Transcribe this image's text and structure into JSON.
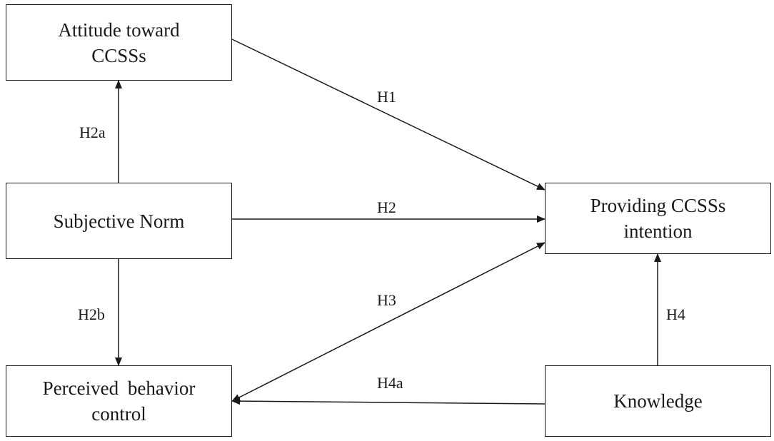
{
  "nodes": {
    "attitude": "Attitude toward\nCCSSs",
    "subjective_norm": "Subjective Norm",
    "perceived_behavior_control": "Perceived behavior\ncontrol",
    "providing_intention": "Providing CCSSs\nintention",
    "knowledge": "Knowledge"
  },
  "hypotheses": {
    "h1": "H1",
    "h2": "H2",
    "h2a": "H2a",
    "h2b": "H2b",
    "h3": "H3",
    "h4": "H4",
    "h4a": "H4a"
  },
  "edges": [
    {
      "label": "H1",
      "from": "Attitude toward CCSSs",
      "to": "Providing CCSSs intention"
    },
    {
      "label": "H2",
      "from": "Subjective Norm",
      "to": "Providing CCSSs intention"
    },
    {
      "label": "H2a",
      "from": "Subjective Norm",
      "to": "Attitude toward CCSSs"
    },
    {
      "label": "H2b",
      "from": "Subjective Norm",
      "to": "Perceived behavior control"
    },
    {
      "label": "H3",
      "from": "Perceived behavior control",
      "to": "Providing CCSSs intention",
      "bidirectional": true
    },
    {
      "label": "H4",
      "from": "Knowledge",
      "to": "Providing CCSSs intention"
    },
    {
      "label": "H4a",
      "from": "Knowledge",
      "to": "Perceived behavior control"
    }
  ],
  "colors": {
    "line": "#1a1a1a",
    "background": "#ffffff"
  }
}
